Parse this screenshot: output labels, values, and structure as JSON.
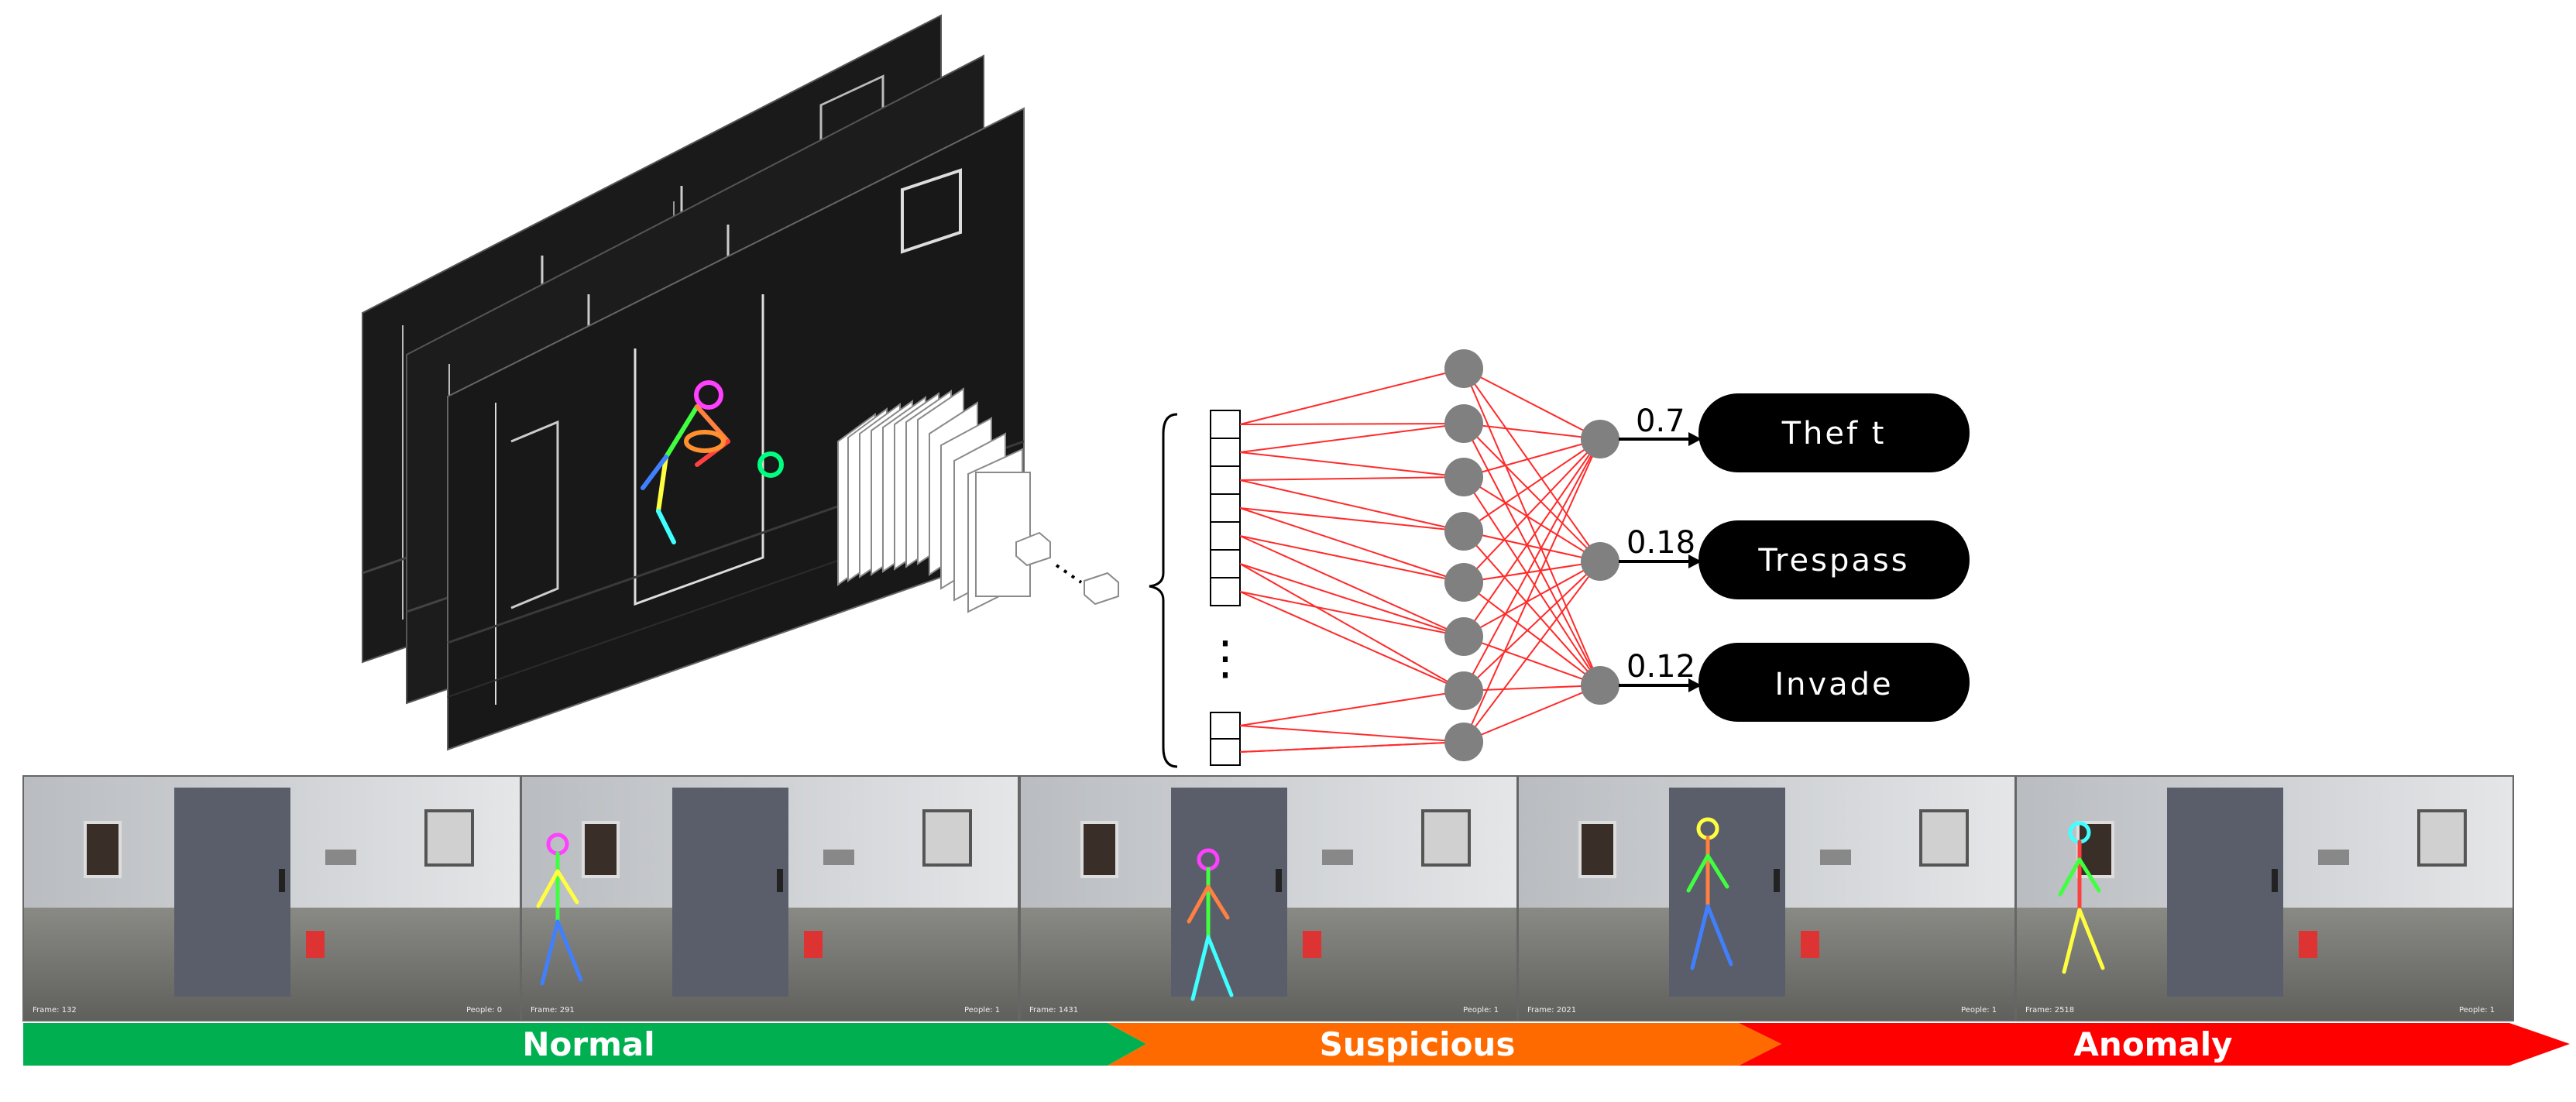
{
  "network": {
    "classes": [
      {
        "label": "Thef t",
        "score": "0.7"
      },
      {
        "label": "Trespass",
        "score": "0.18"
      },
      {
        "label": "Invade",
        "score": "0.12"
      }
    ],
    "ellipsis": "⋮"
  },
  "frames": [
    {
      "frame_text": "Frame: 132",
      "people_text": "People: 0"
    },
    {
      "frame_text": "Frame: 291",
      "people_text": "People: 1"
    },
    {
      "frame_text": "Frame: 1431",
      "people_text": "People: 1"
    },
    {
      "frame_text": "Frame: 2021",
      "people_text": "People: 1"
    },
    {
      "frame_text": "Frame: 2518",
      "people_text": "People: 1"
    }
  ],
  "timeline": {
    "phases": [
      {
        "label": "Normal",
        "color": "#00b050"
      },
      {
        "label": "Suspicious",
        "color": "#ff6a00"
      },
      {
        "label": "Anomaly",
        "color": "#ff0000"
      }
    ]
  },
  "colors": {
    "connection": "#ff2a2a",
    "node": "#808080",
    "pill": "#000000"
  }
}
